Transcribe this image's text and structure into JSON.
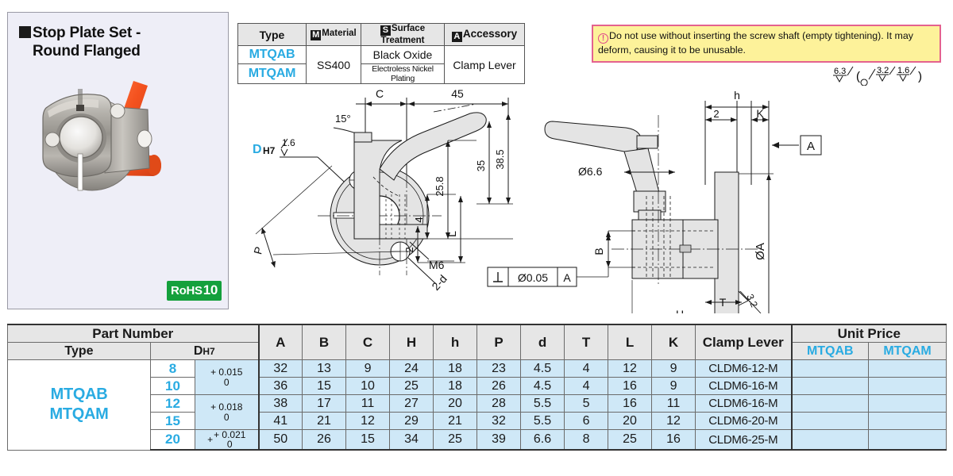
{
  "product": {
    "title_line1": "Stop Plate Set -",
    "title_line2": "Round Flanged",
    "rohs_label": "RoHS",
    "rohs_number": "10",
    "photo_alt": "stop-plate-set-round-flanged-photo"
  },
  "spec_table": {
    "headers": {
      "type": "Type",
      "material_tag": "M",
      "material": "Material",
      "surface_tag": "S",
      "surface": "Surface Treatment",
      "accessory_tag": "A",
      "accessory": "Accessory"
    },
    "rows": [
      {
        "type": "MTQAB",
        "material": "SS400",
        "surface": "Black Oxide",
        "accessory": "Clamp Lever"
      },
      {
        "type": "MTQAM",
        "material": "SS400",
        "surface": "Electroless Nickel Plating",
        "accessory": "Clamp Lever"
      }
    ]
  },
  "warning": {
    "icon": "exclamation-circle-icon",
    "text": "Do not use without inserting the screw shaft (empty tightening). It may deform, causing it to be unusable."
  },
  "roughness_note": {
    "primary": "6.3",
    "open_paren": "(",
    "secondary": "3.2",
    "tertiary": "1.6",
    "close_paren": ")"
  },
  "drawing_left": {
    "labels": {
      "c": "C",
      "len45": "45",
      "angle": "15°",
      "d_symbol": "D",
      "d_sub": "H7",
      "rough16": "1.6",
      "p": "P",
      "two_d": "2-d",
      "m6": "M6",
      "l": "L",
      "two": "2",
      "four": "4",
      "h258": "25.8",
      "h35": "35",
      "h385": "38.5"
    }
  },
  "drawing_right": {
    "labels": {
      "h_small": "h",
      "two": "2",
      "k": "K",
      "datum_a": "A",
      "dia66": "Ø6.6",
      "b": "B",
      "dia_a": "ØA",
      "t": "T",
      "h_big": "H",
      "flatness": "⊥",
      "flatness_val": "Ø0.05",
      "flatness_datum": "A",
      "rough32": "3.2"
    }
  },
  "part_table": {
    "group_headers": {
      "part_number": "Part Number",
      "unit_price": "Unit Price"
    },
    "sub_headers": {
      "type": "Type",
      "diameter": "D",
      "diameter_sub": "H7",
      "price_b": "MTQAB",
      "price_m": "MTQAM"
    },
    "dim_headers": [
      "A",
      "B",
      "C",
      "H",
      "h",
      "P",
      "d",
      "T",
      "L",
      "K"
    ],
    "lever_header": "Clamp Lever",
    "type_values": [
      "MTQAB",
      "MTQAM"
    ],
    "rows": [
      {
        "d": "8",
        "tol_top": "+ 0.015",
        "tol_bottom": "0",
        "A": "32",
        "B": "13",
        "C": "9",
        "H": "24",
        "h": "18",
        "P": "23",
        "dd": "4.5",
        "T": "4",
        "L": "12",
        "K": "9",
        "lever": "CLDM6-12-M",
        "price_b": "",
        "price_m": ""
      },
      {
        "d": "10",
        "tol_top": "",
        "tol_bottom": "",
        "A": "36",
        "B": "15",
        "C": "10",
        "H": "25",
        "h": "18",
        "P": "26",
        "dd": "4.5",
        "T": "4",
        "L": "16",
        "K": "9",
        "lever": "CLDM6-16-M",
        "price_b": "",
        "price_m": ""
      },
      {
        "d": "12",
        "tol_top": "+ 0.018",
        "tol_bottom": "0",
        "A": "38",
        "B": "17",
        "C": "11",
        "H": "27",
        "h": "20",
        "P": "28",
        "dd": "5.5",
        "T": "5",
        "L": "16",
        "K": "11",
        "lever": "CLDM6-16-M",
        "price_b": "",
        "price_m": ""
      },
      {
        "d": "15",
        "tol_top": "",
        "tol_bottom": "",
        "A": "41",
        "B": "21",
        "C": "12",
        "H": "29",
        "h": "21",
        "P": "32",
        "dd": "5.5",
        "T": "6",
        "L": "20",
        "K": "12",
        "lever": "CLDM6-20-M",
        "price_b": "",
        "price_m": ""
      },
      {
        "d": "20",
        "tol_top": "+ 0.021",
        "tol_bottom": "0",
        "A": "50",
        "B": "26",
        "C": "15",
        "H": "34",
        "h": "25",
        "P": "39",
        "dd": "6.6",
        "T": "8",
        "L": "25",
        "K": "16",
        "lever": "CLDM6-25-M",
        "price_b": "",
        "price_m": ""
      }
    ]
  },
  "colors": {
    "accent_blue": "#29abe2",
    "row_fill": "#cfe8f7",
    "header_fill": "#e6e6e6",
    "panel_fill": "#eeeef7",
    "warn_bg": "#fdf29a",
    "warn_border": "#e4628f",
    "rohs_green": "#14a03c"
  }
}
